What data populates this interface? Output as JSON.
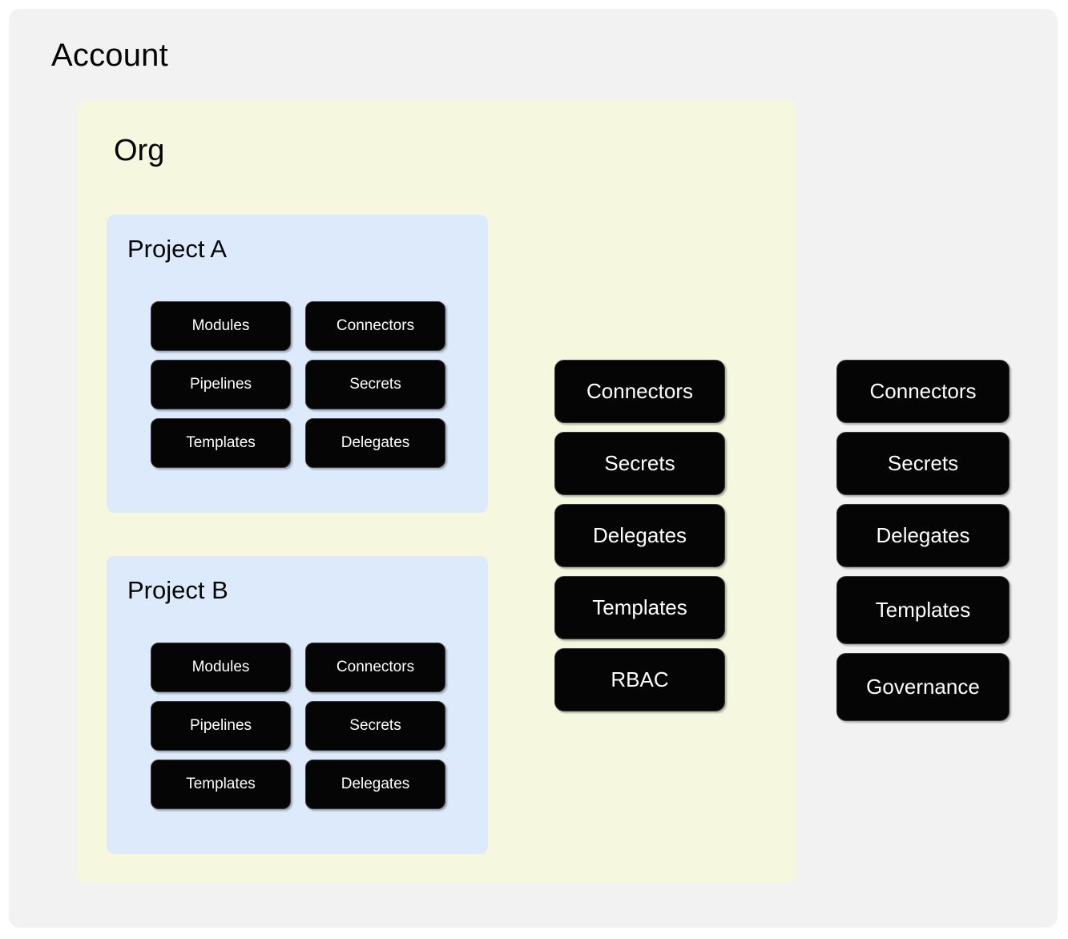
{
  "diagram": {
    "type": "nested-scope-hierarchy",
    "background_color": "#f2f2f3",
    "page_color": "#ffffff"
  },
  "account": {
    "title": "Account",
    "scope_color": "#f2f2f3",
    "resources": [
      {
        "label": "Connectors"
      },
      {
        "label": "Secrets"
      },
      {
        "label": "Delegates"
      },
      {
        "label": "Templates"
      },
      {
        "label": "Governance"
      }
    ]
  },
  "org": {
    "title": "Org",
    "scope_color": "#f5f8df",
    "resources": [
      {
        "label": "Connectors"
      },
      {
        "label": "Secrets"
      },
      {
        "label": "Delegates"
      },
      {
        "label": "Templates"
      },
      {
        "label": "RBAC"
      }
    ]
  },
  "projects": [
    {
      "title": "Project A",
      "scope_color": "#dceafb",
      "resources": [
        {
          "label": "Modules"
        },
        {
          "label": "Connectors"
        },
        {
          "label": "Pipelines"
        },
        {
          "label": "Secrets"
        },
        {
          "label": "Templates"
        },
        {
          "label": "Delegates"
        }
      ]
    },
    {
      "title": "Project B",
      "scope_color": "#dceafb",
      "resources": [
        {
          "label": "Modules"
        },
        {
          "label": "Connectors"
        },
        {
          "label": "Pipelines"
        },
        {
          "label": "Secrets"
        },
        {
          "label": "Templates"
        },
        {
          "label": "Delegates"
        }
      ]
    }
  ],
  "chip_style": {
    "fill": "#050505",
    "text_color": "#ffffff",
    "border_color": "#3a3a3a"
  }
}
